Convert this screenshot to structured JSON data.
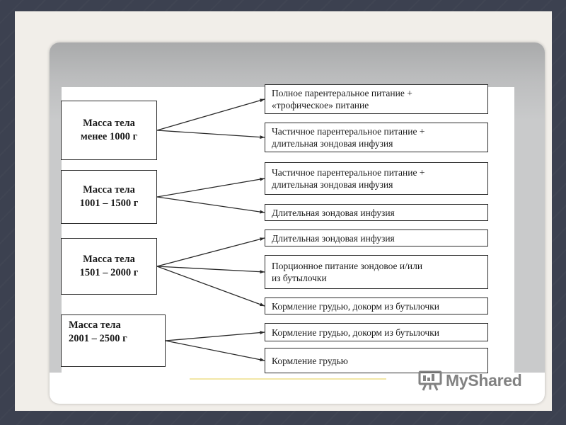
{
  "colors": {
    "page_background": "#3c4150",
    "slide_background": "#f1eee9",
    "box_border": "#2a2a2a",
    "arrow": "#2a2a2a",
    "logo": "#828282"
  },
  "diagram": {
    "left_boxes": [
      {
        "id": "L1",
        "lines": [
          "Масса тела",
          "менее 1000 г"
        ]
      },
      {
        "id": "L2",
        "lines": [
          "Масса тела",
          "1001 – 1500 г"
        ]
      },
      {
        "id": "L3",
        "lines": [
          "Масса тела",
          "1501 – 2000 г"
        ]
      },
      {
        "id": "L4",
        "lines": [
          "Масса тела",
          "2001 – 2500 г"
        ]
      }
    ],
    "right_boxes": [
      {
        "id": "R1",
        "lines": [
          "Полное парентеральное питание +",
          "«трофическое» питание"
        ]
      },
      {
        "id": "R2",
        "lines": [
          "Частичное парентеральное питание +",
          "длительная зондовая инфузия"
        ]
      },
      {
        "id": "R3",
        "lines": [
          "Частичное парентеральное питание +",
          "длительная зондовая инфузия"
        ]
      },
      {
        "id": "R4",
        "lines": [
          "Длительная зондовая инфузия"
        ]
      },
      {
        "id": "R5",
        "lines": [
          "Длительная зондовая инфузия"
        ]
      },
      {
        "id": "R6",
        "lines": [
          "Порционное питание зондовое и/или",
          "из бутылочки"
        ]
      },
      {
        "id": "R7",
        "lines": [
          "Кормление грудью, докорм из бутылочки"
        ]
      },
      {
        "id": "R8",
        "lines": [
          "Кормление грудью, докорм из бутылочки"
        ]
      },
      {
        "id": "R9",
        "lines": [
          "Кормление грудью"
        ]
      }
    ],
    "edges": [
      {
        "from": "L1",
        "to": "R1"
      },
      {
        "from": "L1",
        "to": "R2"
      },
      {
        "from": "L2",
        "to": "R3"
      },
      {
        "from": "L2",
        "to": "R4"
      },
      {
        "from": "L3",
        "to": "R5"
      },
      {
        "from": "L3",
        "to": "R6"
      },
      {
        "from": "L3",
        "to": "R7"
      },
      {
        "from": "L4",
        "to": "R8"
      },
      {
        "from": "L4",
        "to": "R9"
      }
    ]
  },
  "logo": {
    "text": "MyShared",
    "icon": "presentation-board-icon"
  }
}
